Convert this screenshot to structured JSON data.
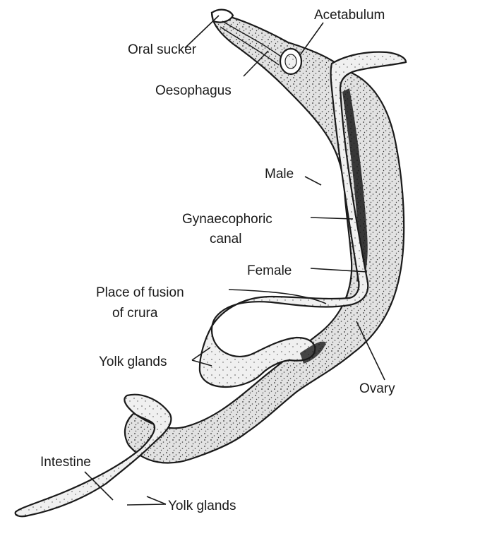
{
  "labels": {
    "oral_sucker": "Oral sucker",
    "acetabulum": "Acetabulum",
    "oesophagus": "Oesophagus",
    "male": "Male",
    "gynaecophoric_canal_1": "Gynaecophoric",
    "gynaecophoric_canal_2": "canal",
    "female": "Female",
    "place_of_fusion_1": "Place of fusion",
    "place_of_fusion_2": "of crura",
    "yolk_glands_upper": "Yolk glands",
    "ovary": "Ovary",
    "intestine": "Intestine",
    "yolk_glands_lower": "Yolk glands"
  },
  "colors": {
    "ink": "#1a1a1a",
    "body_fill": "#dcdcdc",
    "background": "#ffffff"
  }
}
